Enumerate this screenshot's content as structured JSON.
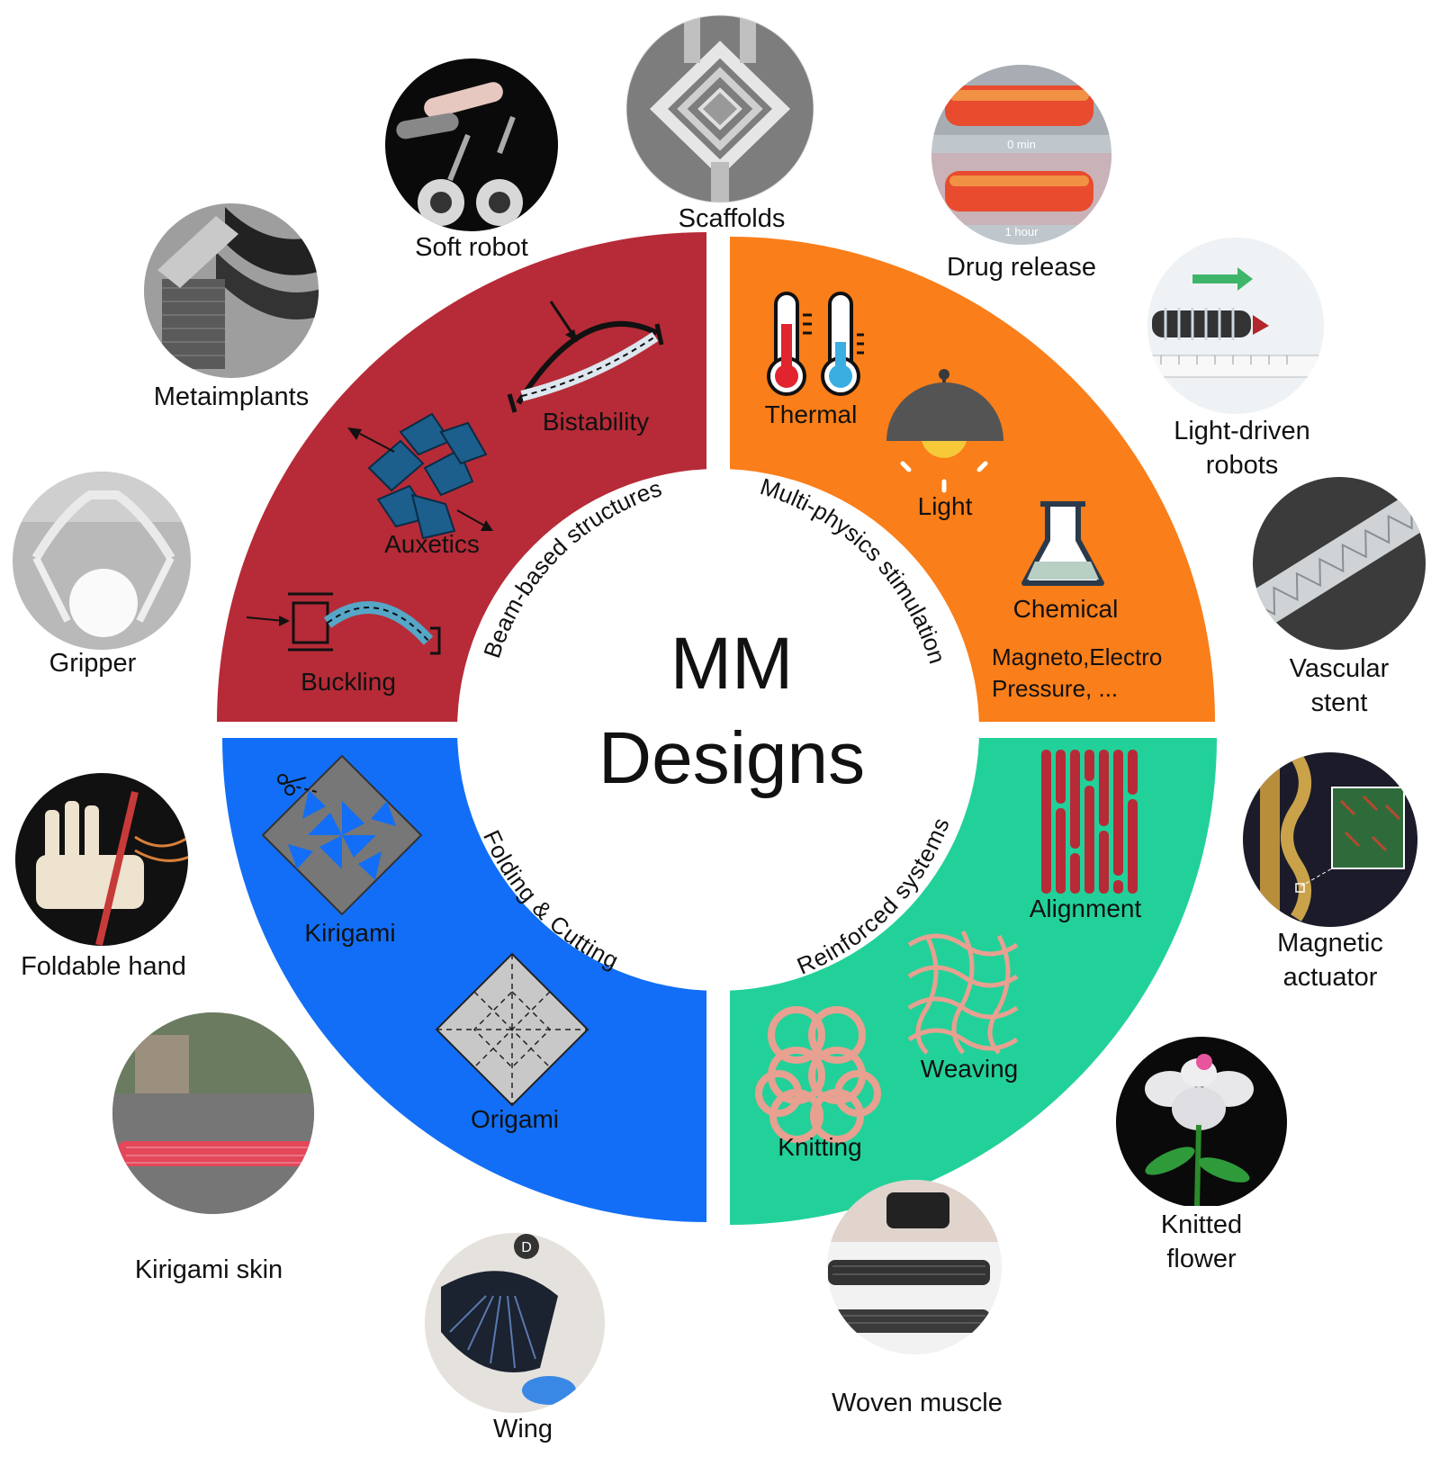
{
  "center": {
    "line1": "MM",
    "line2": "Designs"
  },
  "quadrants": {
    "beam": {
      "title": "Beam-based structures",
      "color": "#B62B37",
      "items": [
        "Bistability",
        "Auxetics",
        "Buckling"
      ]
    },
    "physics": {
      "title": "Multi-physics stimulation",
      "color": "#FA7E19",
      "items": [
        "Thermal",
        "Light",
        "Chemical"
      ],
      "extra1": "Magneto,Electro",
      "extra2": "Pressure, ..."
    },
    "folding": {
      "title": "Folding & Cutting",
      "color": "#126EF6",
      "items": [
        "Kirigami",
        "Origami"
      ]
    },
    "reinforced": {
      "title": "Reinforced systems",
      "color": "#22D19A",
      "items": [
        "Alignment",
        "Weaving",
        "Knitting"
      ]
    }
  },
  "applications": [
    {
      "label": "Scaffolds",
      "icon": "scaffold-icon"
    },
    {
      "label": "Soft robot",
      "icon": "soft-robot-icon"
    },
    {
      "label": "Metaimplants",
      "icon": "implant-icon"
    },
    {
      "label": "Gripper",
      "icon": "gripper-icon"
    },
    {
      "label": "Foldable hand",
      "icon": "hand-icon"
    },
    {
      "label": "Kirigami skin",
      "icon": "skin-icon"
    },
    {
      "label": "Wing",
      "icon": "wing-icon"
    },
    {
      "label": "Woven muscle",
      "icon": "muscle-icon"
    },
    {
      "label": "Knitted",
      "label2": "flower",
      "icon": "flower-icon"
    },
    {
      "label": "Magnetic",
      "label2": "actuator",
      "icon": "magnet-icon"
    },
    {
      "label": "Vascular",
      "label2": "stent",
      "icon": "stent-icon"
    },
    {
      "label": "Light-driven",
      "label2": "robots",
      "icon": "robot-icon"
    },
    {
      "label": "Drug release",
      "icon": "drug-icon"
    }
  ],
  "photo_text": {
    "drug_t0": "0 min",
    "drug_t1": "1 hour",
    "wing_letter": "D"
  }
}
